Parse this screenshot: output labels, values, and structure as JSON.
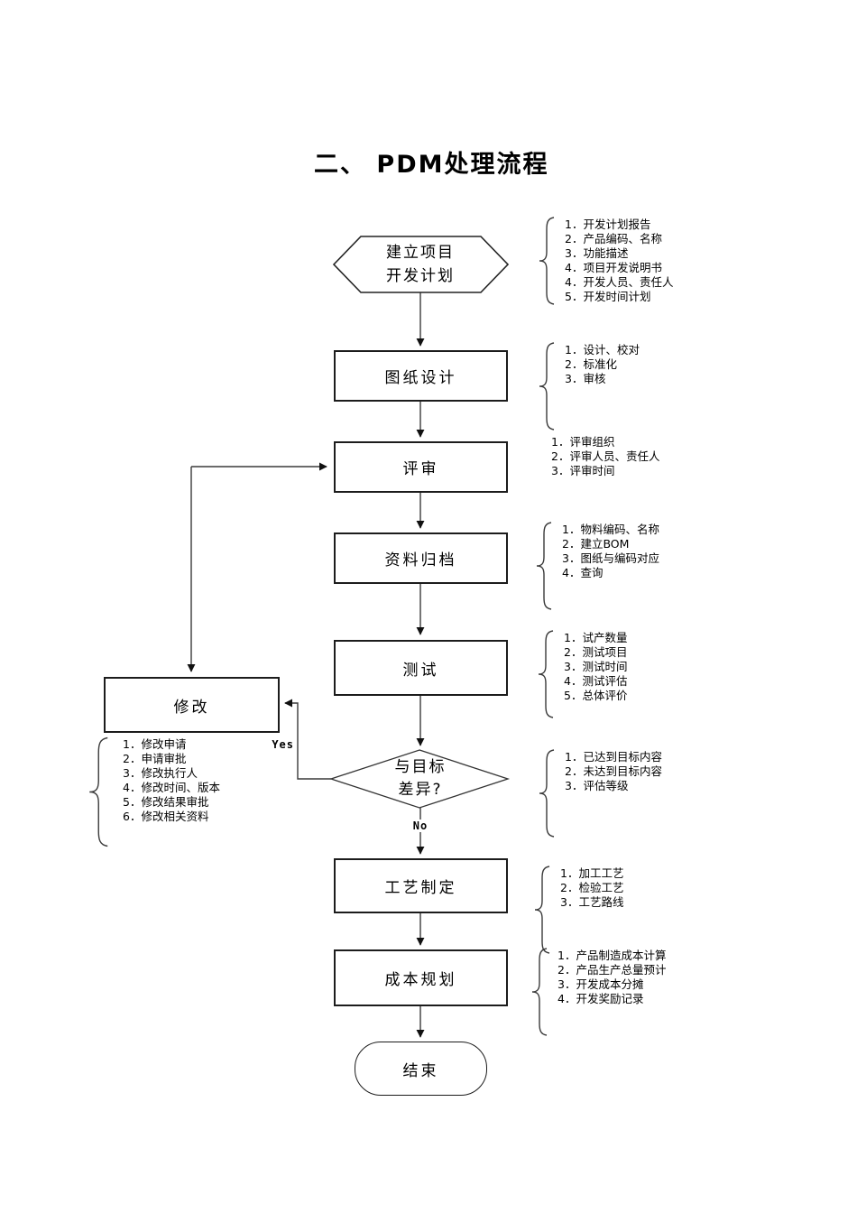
{
  "title": "二、 PDM处理流程",
  "colors": {
    "line": "#3a3a3a",
    "border": "#1c1c1c",
    "text": "#000000",
    "background": "#ffffff"
  },
  "nodes": {
    "start": {
      "shape": "hexagon",
      "line1": "建立项目",
      "line2": "开发计划"
    },
    "drawing": {
      "shape": "rect",
      "label": "图纸设计"
    },
    "review": {
      "shape": "rect",
      "label": "评审"
    },
    "archive": {
      "shape": "rect",
      "label": "资料归档"
    },
    "test": {
      "shape": "rect",
      "label": "测试"
    },
    "modify": {
      "shape": "rect",
      "label": "修改"
    },
    "decision": {
      "shape": "diamond",
      "line1": "与目标",
      "line2": "差异?"
    },
    "process": {
      "shape": "rect",
      "label": "工艺制定"
    },
    "cost": {
      "shape": "rect",
      "label": "成本规划"
    },
    "end": {
      "shape": "rounded",
      "label": "结束"
    }
  },
  "edges": {
    "yes_label": "Yes",
    "no_label": "No"
  },
  "annotations": {
    "plan": {
      "items": [
        "1．开发计划报告",
        "2．产品编码、名称",
        "3．功能描述",
        "4．项目开发说明书",
        "4．开发人员、责任人",
        "5．开发时间计划"
      ]
    },
    "design": {
      "items": [
        "1．设计、校对",
        "2．标准化",
        "3．审核"
      ]
    },
    "review": {
      "items": [
        "1．评审组织",
        "2．评审人员、责任人",
        "3．评审时间"
      ]
    },
    "archive": {
      "items": [
        "1．物料编码、名称",
        "2．建立BOM",
        "3．图纸与编码对应",
        "4．查询"
      ]
    },
    "test": {
      "items": [
        "1．试产数量",
        "2．测试项目",
        "3．测试时间",
        "4．测试评估",
        "5．总体评价"
      ]
    },
    "modify": {
      "items": [
        "1．修改申请",
        "2．申请审批",
        "3．修改执行人",
        "4．修改时间、版本",
        "5．修改结果审批",
        "6．修改相关资料"
      ]
    },
    "diff": {
      "items": [
        "1．已达到目标内容",
        "2．未达到目标内容",
        "3．评估等级"
      ]
    },
    "process": {
      "items": [
        "1．加工工艺",
        "2．检验工艺",
        "3．工艺路线"
      ]
    },
    "cost": {
      "items": [
        "1．产品制造成本计算",
        "2．产品生产总量预计",
        "3．开发成本分摊",
        "4．开发奖励记录"
      ]
    }
  }
}
